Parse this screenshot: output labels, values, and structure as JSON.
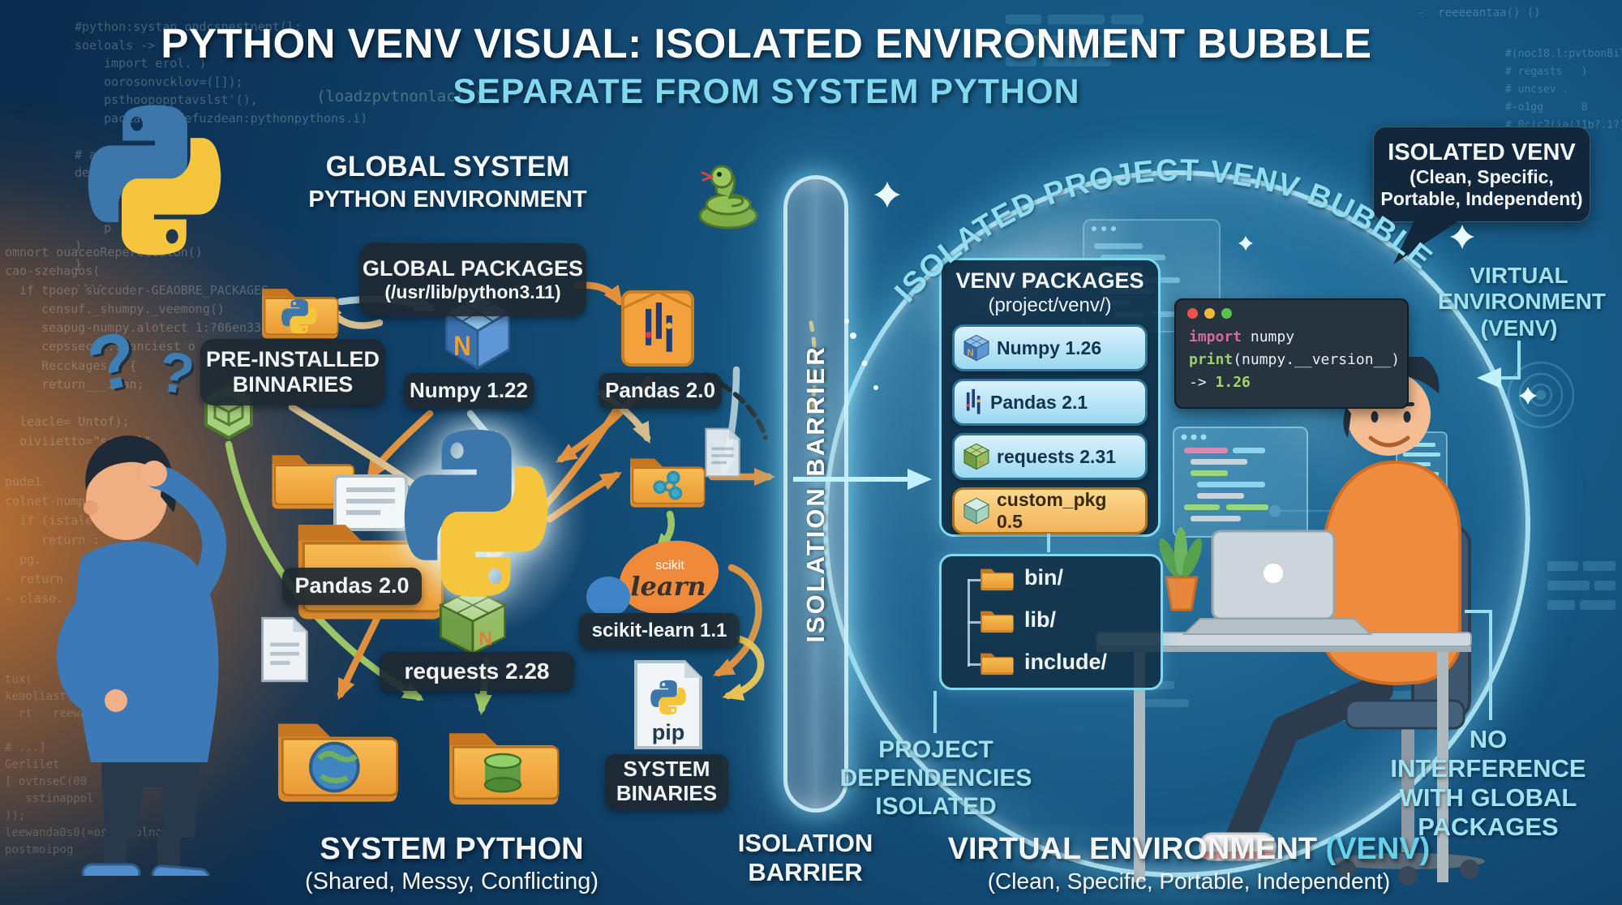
{
  "title": {
    "line1": "PYTHON VENV VISUAL: ISOLATED ENVIRONMENT BUBBLE",
    "line2": "SEPARATE FROM SYSTEM PYTHON"
  },
  "left": {
    "heading": {
      "line1": "GLOBAL SYSTEM",
      "line2": "PYTHON ENVIRONMENT"
    },
    "global_packages": {
      "title": "GLOBAL PACKAGES",
      "path": "(/usr/lib/python3.11)"
    },
    "preinstalled": {
      "line1": "PRE-INSTALLED",
      "line2": "BINNARIES"
    },
    "labels": {
      "numpy": "Numpy 1.22",
      "pandas_top": "Pandas 2.0",
      "pandas_mid": "Pandas 2.0",
      "requests": "requests 2.28",
      "scikit": "scikit-learn 1.1",
      "system_binaries_line1": "SYSTEM",
      "system_binaries_line2": "BINARIES",
      "pip": "pip"
    },
    "scikit_logo": {
      "word_small": "scikit",
      "word_script": "learn"
    },
    "footer": {
      "title": "SYSTEM PYTHON",
      "subtitle": "(Shared, Messy, Conflicting)"
    }
  },
  "barrier": {
    "vertical_label": "ISOLATION BARRIER",
    "footer": {
      "line1": "ISOLATION",
      "line2": "BARRIER"
    }
  },
  "bubble": {
    "arc_label": "ISOLATED PROJECT VENV BUBBLE",
    "venv_panel": {
      "title": "VENV PACKAGES",
      "subtitle": "(project/venv/)",
      "packages": [
        {
          "name": "Numpy 1.26",
          "icon": "numpy-cube-icon"
        },
        {
          "name": "Pandas 2.1",
          "icon": "pandas-icon"
        },
        {
          "name": "requests 2.31",
          "icon": "green-cube-icon"
        },
        {
          "name": "custom_pkg 0.5",
          "icon": "teal-cube-icon"
        }
      ]
    },
    "code_window": {
      "line1_keyword": "import",
      "line1_rest": " numpy",
      "line2_keyword": "print",
      "line2_rest": "(numpy.__version__)",
      "line3_prefix": "-> ",
      "line3_value": "1.26"
    },
    "folder_tree": {
      "items": [
        {
          "name": "bin/"
        },
        {
          "name": "lib/"
        },
        {
          "name": "include/"
        }
      ]
    },
    "dependencies_note": {
      "line1": "PROJECT",
      "line2": "DEPENDENCIES",
      "line3": "ISOLATED"
    }
  },
  "right_side": {
    "callout": {
      "title": "ISOLATED VENV",
      "line1": "(Clean, Specific,",
      "line2": "Portable, Independent)"
    },
    "venv_pointer_note": {
      "line1": "VIRTUAL",
      "line2": "ENVIRONMENT",
      "line3": "(VENV)"
    },
    "no_interference_note": {
      "line1": "NO",
      "line2": "INTERFERENCE",
      "line3": "WITH GLOBAL",
      "line4": "PACKAGES"
    },
    "footer": {
      "title_main": "VIRTUAL ENVIRONMENT ",
      "title_accent": "(VENV)",
      "subtitle": "(Clean, Specific, Portable, Independent)"
    }
  },
  "background": {
    "code_top_left": "#python:systan ondcsnestnent(l:\nsoeloals -> (\n    import erol. )\n    oorosonvcklov=([]);\n    psthoopopptavslst'(),\n    package.)sdefuzdean:pythonpythons.i)\n\n# anobe\nden10oy1s:\n    # oe?=\n    #\n    p\n)\n}\n....",
    "code_mid_left": "omnort ouaceoRepercctalon()\ncao-szehagos(\n  if tpoep succuder-GEAOBRE_PACKAGES\n     censuf._shumpy._veemong()\n     seapug-numpy.alotect 1:?06en33\n     cepssecat:1panciest o e\n     Recckages.) {\n     return___iean;\n\n  leacle= Untof);\n  oiviietto=\"sstasl\"",
    "code_lower_left": "pude1\ncolnet-numpy.\n  if (istale\n     return :\n  pg.\n  return\n- claso.",
    "code_bottom_left": "tux(\nkeaoliast(.\n  rt   reewaspo\n\n# ...]\nGerlilet\n[ ovtnseC(00\n   sstinappol\n));\nleewanda0s0(=ostiaoplnab);\npostmoipog",
    "code_top_right": "-  reeeeantaa() ()",
    "code_right_column": "#(noc18.l:pvtbonBil)\n# regasts   )\n# uncsev .\n#-o1gg      8\n# 0c(c2(ia(11b?.1?)",
    "code_inline_note": "(loadzpvtnonlacll)"
  },
  "colors": {
    "accent_cyan": "#7fd9ee",
    "subtitle_cyan": "#82d8ee",
    "bubble_rim": "#aaf0ff",
    "arrow_orange": "#e0903c",
    "arrow_tan": "#d6bd8e",
    "arrow_blue": "#a9c6d2",
    "arrow_green": "#9cc565",
    "arrow_yellow": "#edc14c",
    "pill_text_navy": "#123450",
    "custom_pill_bg": "#f5c063",
    "terminal_keyword_pink": "#d66a9c",
    "terminal_keyword_green": "#9ece6a",
    "terminal_value_green": "#a7d46a",
    "dot_red": "#e85648",
    "dot_yellow": "#f0b93a",
    "dot_green": "#57c24c"
  }
}
